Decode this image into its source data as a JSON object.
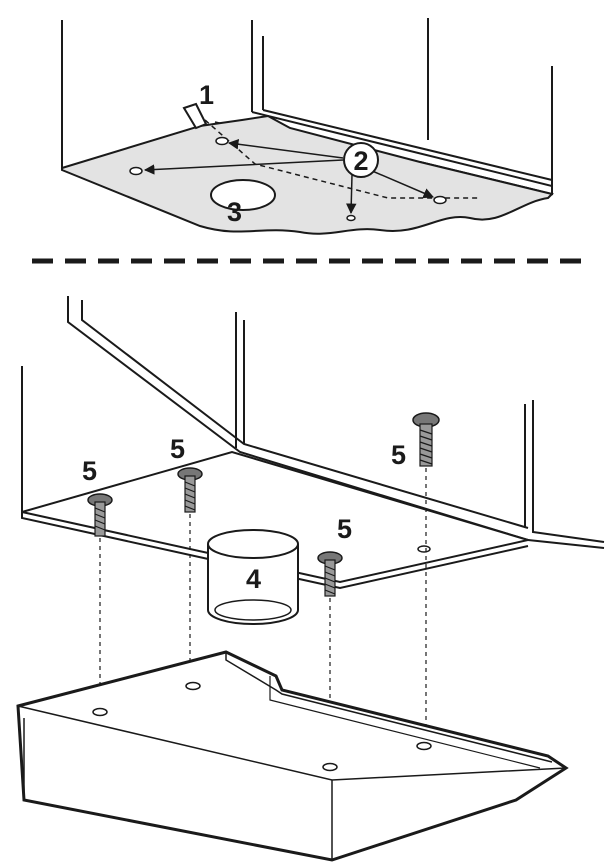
{
  "diagram": {
    "callouts": {
      "c1": "1",
      "c2": "2",
      "c3": "3",
      "c4": "4",
      "c5a": "5",
      "c5b": "5",
      "c5c": "5",
      "c5d": "5"
    },
    "colors": {
      "line": "#1a1a1a",
      "plate": "#e3e3e3",
      "hood_face": "#ffffff"
    }
  }
}
